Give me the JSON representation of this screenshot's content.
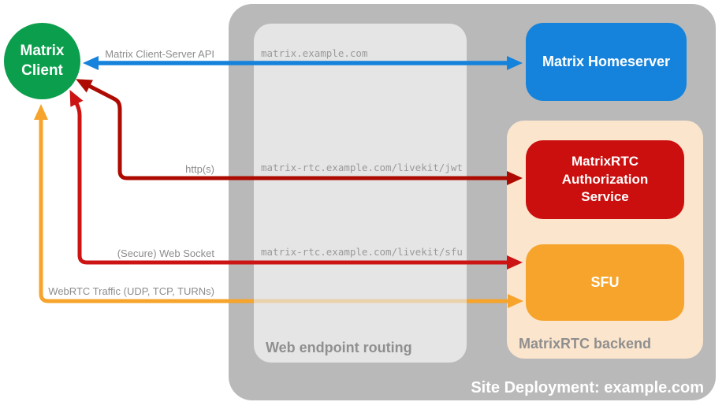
{
  "client": {
    "label": "Matrix Client",
    "color": "#0b9e4c"
  },
  "nodes": {
    "homeserver": {
      "label": "Matrix Homeserver",
      "color": "#1583db"
    },
    "auth_service": {
      "label": "MatrixRTC Authorization Service",
      "color": "#cb0e0e"
    },
    "sfu": {
      "label": "SFU",
      "color": "#f6a42c"
    }
  },
  "containers": {
    "site_deployment": {
      "label": "Site Deployment: example.com",
      "color": "#b9b9b9"
    },
    "web_endpoint_routing": {
      "label": "Web endpoint routing",
      "color": "#e5e5e5"
    },
    "matrixrtc_backend": {
      "label": "MatrixRTC backend",
      "color": "#fce5cd"
    }
  },
  "connections": {
    "client_server_api": {
      "label": "Matrix Client-Server API",
      "endpoint": "matrix.example.com",
      "color": "#1583db"
    },
    "https": {
      "label": "http(s)",
      "endpoint": "matrix-rtc.example.com/livekit/jwt",
      "color": "#ad0a02"
    },
    "web_socket": {
      "label": "(Secure) Web Socket",
      "endpoint": "matrix-rtc.example.com/livekit/sfu",
      "color": "#cc1414"
    },
    "webrtc": {
      "label": "WebRTC Traffic (UDP, TCP, TURNs)",
      "color": "#f6a42c"
    }
  }
}
